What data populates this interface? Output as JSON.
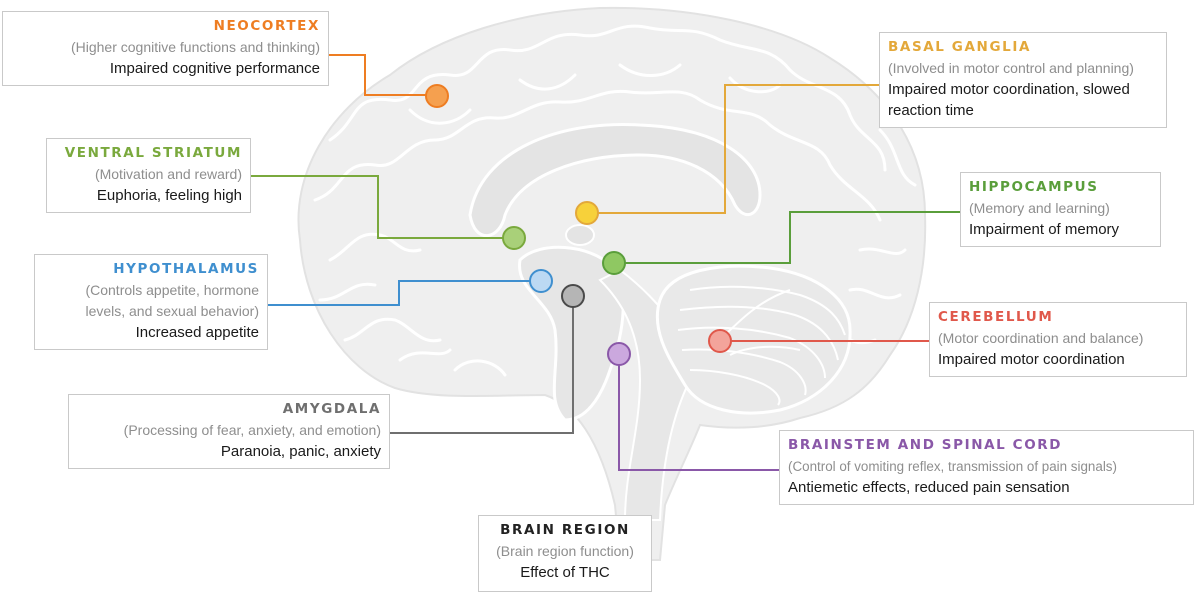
{
  "colors": {
    "neocortex": "#ee7d22",
    "basal_ganglia": "#e3a83a",
    "ventral_striatum": "#7aa93d",
    "hippocampus": "#5a9e3b",
    "hypothalamus": "#3f8fcf",
    "cerebellum": "#e0584b",
    "amygdala": "#6f6f6f",
    "brainstem": "#8a58a8",
    "legend": "#222222",
    "brain_fill": "#efefef",
    "brain_line": "#ffffff"
  },
  "regions": {
    "neocortex": {
      "title": "NEOCORTEX",
      "function": "(Higher cognitive functions and thinking)",
      "effect": "Impaired cognitive performance"
    },
    "basal_ganglia": {
      "title": "BASAL GANGLIA",
      "function": "(Involved in motor control and planning)",
      "effect_line1": "Impaired motor coordination, slowed",
      "effect_line2": "reaction time"
    },
    "ventral_striatum": {
      "title": "VENTRAL STRIATUM",
      "function": "(Motivation and reward)",
      "effect": "Euphoria, feeling high"
    },
    "hippocampus": {
      "title": "HIPPOCAMPUS",
      "function": "(Memory and learning)",
      "effect": "Impairment of memory"
    },
    "hypothalamus": {
      "title": "HYPOTHALAMUS",
      "function_line1": "(Controls appetite, hormone",
      "function_line2": "levels, and sexual behavior)",
      "effect": "Increased appetite"
    },
    "cerebellum": {
      "title": "CEREBELLUM",
      "function": "(Motor coordination and balance)",
      "effect": "Impaired motor coordination"
    },
    "amygdala": {
      "title": "AMYGDALA",
      "function": "(Processing of fear, anxiety, and emotion)",
      "effect": "Paranoia, panic, anxiety"
    },
    "brainstem": {
      "title": "BRAINSTEM AND SPINAL CORD",
      "function": "(Control of vomiting reflex, transmission of pain signals)",
      "effect": "Antiemetic effects, reduced pain sensation"
    }
  },
  "legend": {
    "title": "BRAIN REGION",
    "function": "(Brain region function)",
    "effect": "Effect of THC"
  }
}
